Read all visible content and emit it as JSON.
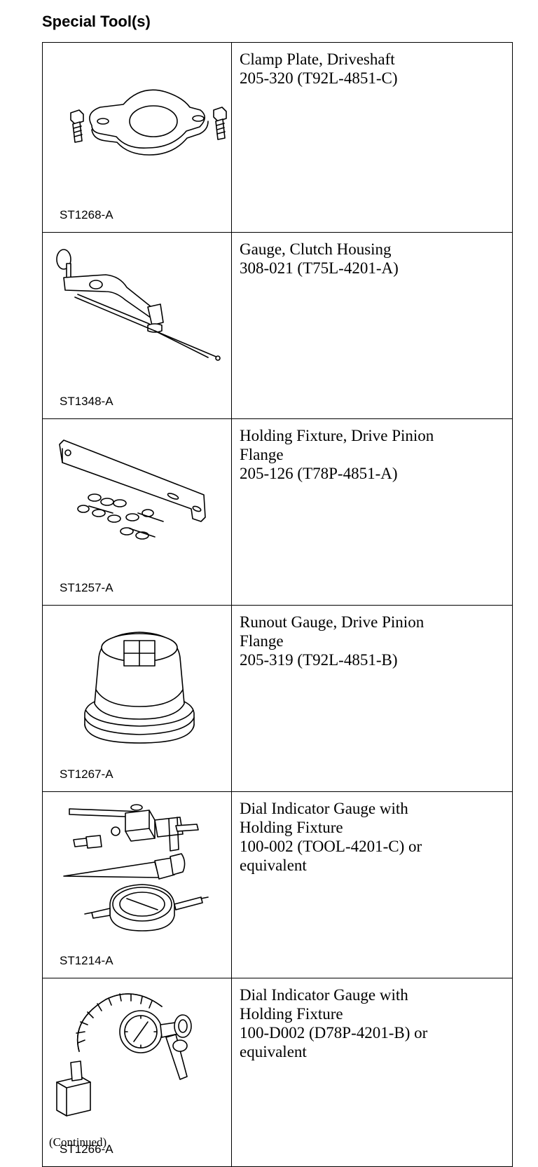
{
  "heading": "Special Tool(s)",
  "tools": [
    {
      "code": "ST1268-A",
      "icon": "clamp-plate-icon",
      "lines": [
        "Clamp Plate, Driveshaft",
        "205-320 (T92L-4851-C)"
      ]
    },
    {
      "code": "ST1348-A",
      "icon": "clutch-housing-gauge-icon",
      "lines": [
        "Gauge, Clutch Housing",
        "308-021 (T75L-4201-A)"
      ]
    },
    {
      "code": "ST1257-A",
      "icon": "holding-fixture-icon",
      "lines": [
        "Holding Fixture, Drive Pinion",
        "Flange",
        "205-126 (T78P-4851-A)"
      ]
    },
    {
      "code": "ST1267-A",
      "icon": "runout-gauge-icon",
      "lines": [
        "Runout Gauge, Drive Pinion",
        "Flange",
        "205-319 (T92L-4851-B)"
      ]
    },
    {
      "code": "ST1214-A",
      "icon": "dial-indicator-fixture-icon",
      "lines": [
        "Dial Indicator Gauge with",
        "Holding Fixture",
        "100-002 (TOOL-4201-C) or",
        "equivalent"
      ]
    },
    {
      "code": "ST1266-A",
      "icon": "dial-indicator-magnetic-base-icon",
      "lines": [
        "Dial Indicator Gauge with",
        "Holding Fixture",
        "100-D002 (D78P-4201-B) or",
        "equivalent"
      ]
    }
  ],
  "footer": "(Continued)"
}
